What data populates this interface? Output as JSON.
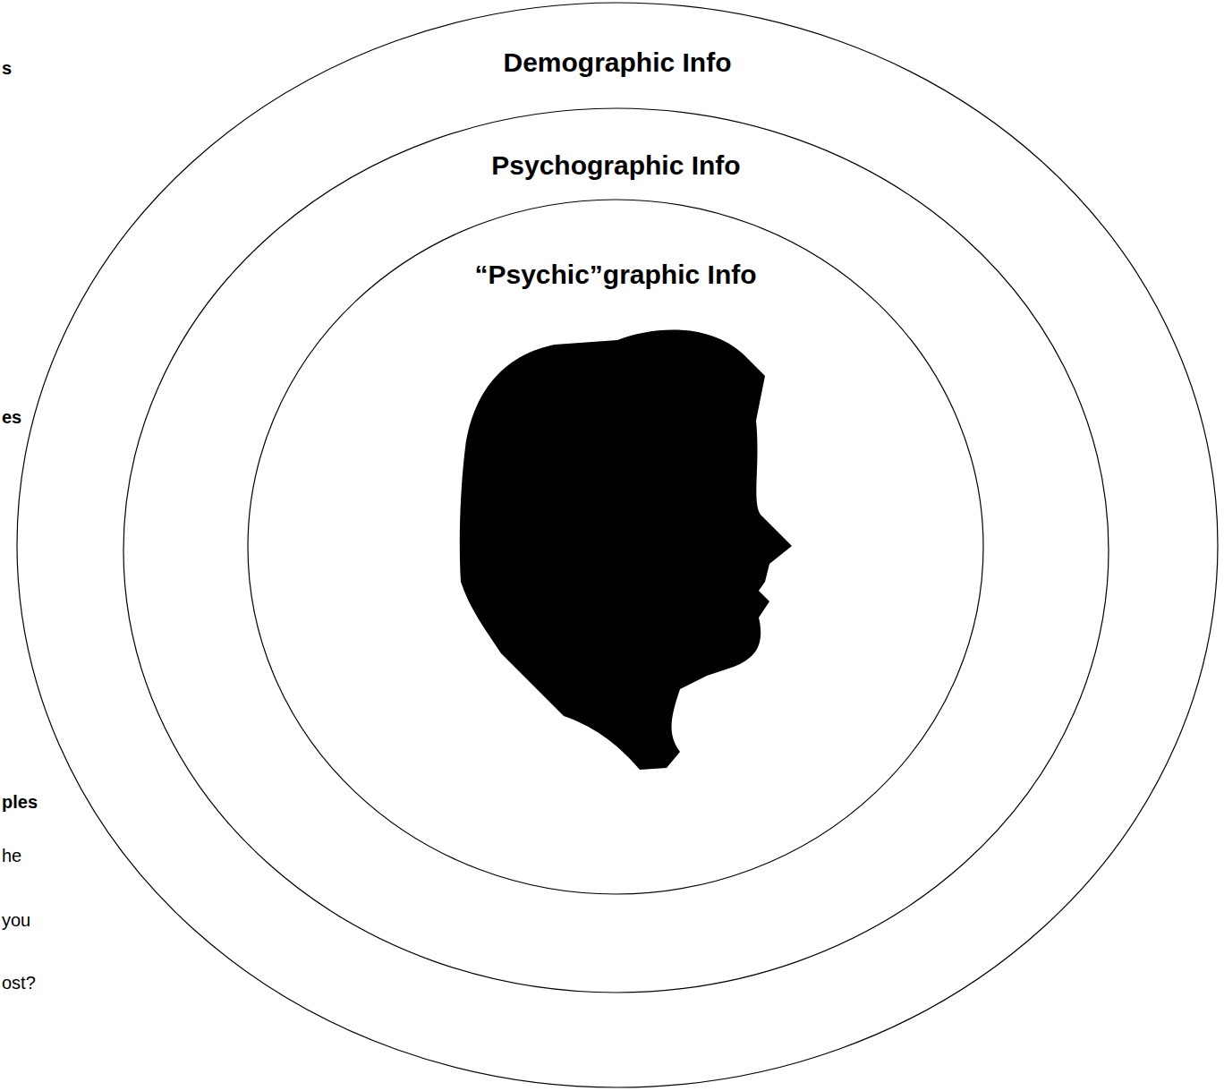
{
  "diagram": {
    "nodes": [
      {
        "text": [
          "Demographic Info"
        ]
      },
      {
        "text": [
          "Psychographic Info"
        ],
        "in": 0
      },
      {
        "text": [
          "“Psychic”graphic Info"
        ],
        "in": 1
      }
    ],
    "labels": [
      "s",
      "es",
      "ples",
      "he",
      "you",
      "ost?"
    ]
  }
}
